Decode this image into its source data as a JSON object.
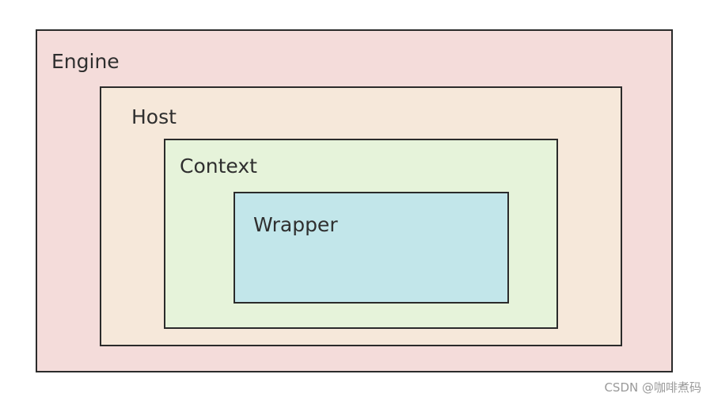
{
  "diagram": {
    "layers": [
      {
        "id": "engine",
        "label": "Engine",
        "fill": "#f4dcda"
      },
      {
        "id": "host",
        "label": "Host",
        "fill": "#f6e8da"
      },
      {
        "id": "context",
        "label": "Context",
        "fill": "#e6f3da"
      },
      {
        "id": "wrapper",
        "label": "Wrapper",
        "fill": "#c2e6ea"
      }
    ],
    "border_color": "#2b2b2b"
  },
  "watermark": "CSDN @咖啡煮码"
}
